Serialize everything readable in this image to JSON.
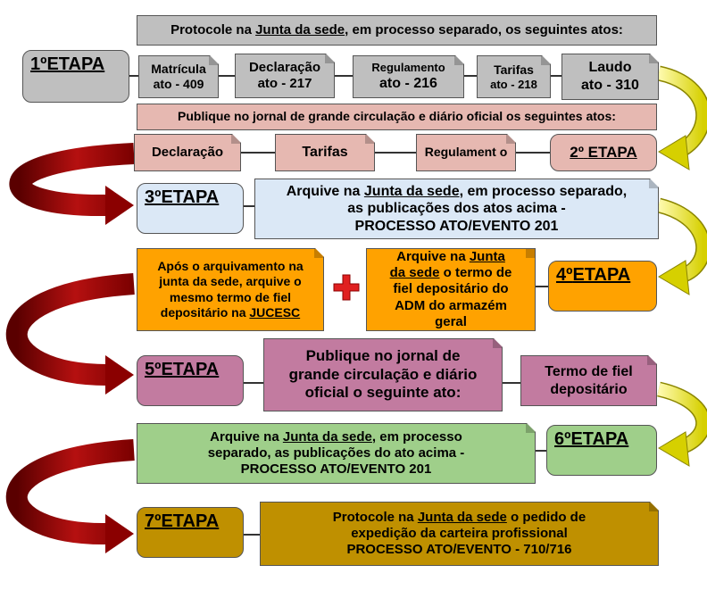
{
  "header": {
    "protocol_pre": "Protocole na ",
    "protocol_link": "Junta da sede",
    "protocol_post": ", em processo separado, os seguintes atos:"
  },
  "steps": {
    "s1": {
      "num": "1º",
      "word": "ETAPA"
    },
    "s2": {
      "num": "2º",
      "word": "ETAPA"
    },
    "s3": {
      "num": "3º",
      "word": "ETAPA"
    },
    "s4": {
      "num": "4º",
      "word": "ETAPA"
    },
    "s5": {
      "num": "5º",
      "word": "ETAPA"
    },
    "s6": {
      "num": "6º",
      "word": "ETAPA"
    },
    "s7": {
      "num": "7º",
      "word": "ETAPA"
    }
  },
  "acts1": [
    {
      "name": "Matrícula",
      "code": "ato - 409"
    },
    {
      "name": "Declaração",
      "code": "ato - 217"
    },
    {
      "name": "Regulamento",
      "code": "ato - 216"
    },
    {
      "name": "Tarifas",
      "code": "ato - 218"
    },
    {
      "name": "Laudo",
      "code": "ato - 310"
    }
  ],
  "publish_bar": "Publique no jornal de grande circulação e diário oficial os seguintes atos:",
  "acts2": {
    "declaracao": "Declaração",
    "tarifas": "Tarifas",
    "regulamento": "Regulament o"
  },
  "step3_text": {
    "pre": "Arquive na ",
    "link": "Junta da sede",
    "post": ", em processo separado,",
    "line2": "as publicações dos atos acima -",
    "line3": "PROCESSO ATO/EVENTO 201"
  },
  "step4_left": {
    "l1": "Após o arquivamento na",
    "l2": "junta da sede, arquive o",
    "l3": "mesmo termo de fiel",
    "l4pre": "depositário na ",
    "l4link": "JUCESC"
  },
  "step4_right": {
    "l1": "Arquive na ",
    "l1link": "Junta",
    "l2link": "da sede",
    "l2post": " o termo de",
    "l3": "fiel depositário do",
    "l4": "ADM do armazém",
    "l5": "geral"
  },
  "step5_text": {
    "l1": "Publique no jornal de",
    "l2": "grande circulação e diário",
    "l3": "oficial o seguinte ato:"
  },
  "step5_right": {
    "l1": "Termo de fiel",
    "l2": "depositário"
  },
  "step6_text": {
    "pre": "Arquive na ",
    "link": "Junta da sede",
    "post": ", em processo",
    "line2": "separado, as publicações do ato acima -",
    "line3": "PROCESSO ATO/EVENTO 201"
  },
  "step7_text": {
    "pre": "Protocole na ",
    "link": "Junta da sede",
    "post": " o pedido de",
    "line2": "expedição da carteira profissional",
    "line3": "PROCESSO ATO/EVENTO - 710/716"
  },
  "colors": {
    "yellow_arrow": "#d6d000",
    "red_arrow": "#8b0000",
    "plus": "#e02020"
  },
  "icons": {
    "plus": "plus-icon"
  }
}
